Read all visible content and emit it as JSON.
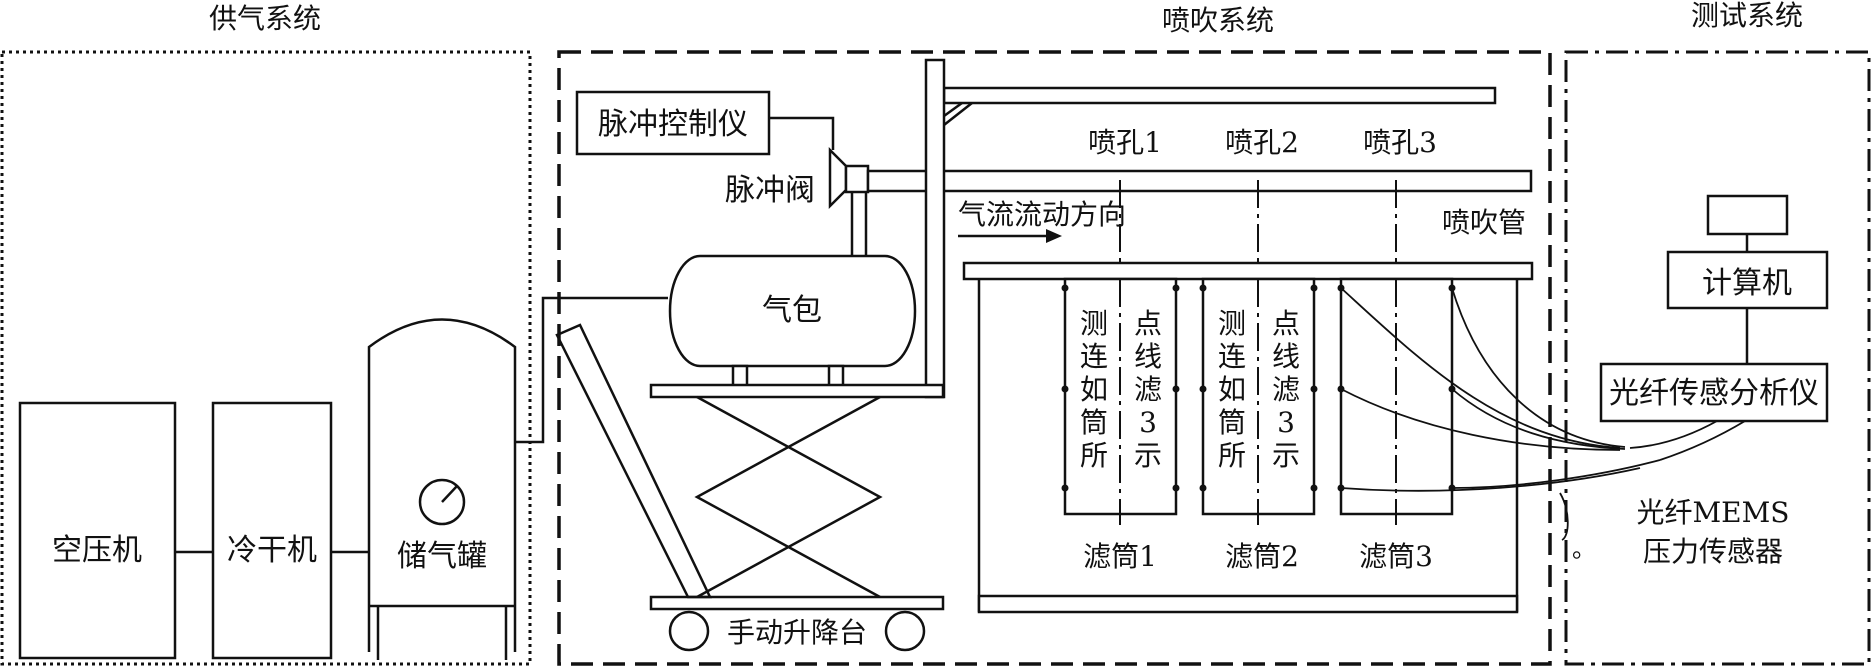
{
  "sections": {
    "supply": "供气系统",
    "blow": "喷吹系统",
    "test": "测试系统"
  },
  "components": {
    "compressor": "空压机",
    "dryer": "冷干机",
    "tank": "储气罐",
    "pulse_controller": "脉冲控制仪",
    "pulse_valve": "脉冲阀",
    "air_bag": "气包",
    "lift": "手动升降台",
    "blow_pipe": "喷吹管",
    "airflow_direction": "气流流动方向",
    "computer": "计算机",
    "fiber_analyzer": "光纤传感分析仪",
    "sensor_line1": "光纤MEMS",
    "sensor_line2": "压力传感器"
  },
  "nozzles": [
    "喷孔1",
    "喷孔2",
    "喷孔3"
  ],
  "filters": [
    "滤筒1",
    "滤筒2",
    "滤筒3"
  ],
  "filter_notes": {
    "left": [
      "测",
      "连",
      "如",
      "筒",
      "所"
    ],
    "right": [
      "点",
      "线",
      "滤",
      "3",
      "示"
    ]
  },
  "stray_mark": "。"
}
